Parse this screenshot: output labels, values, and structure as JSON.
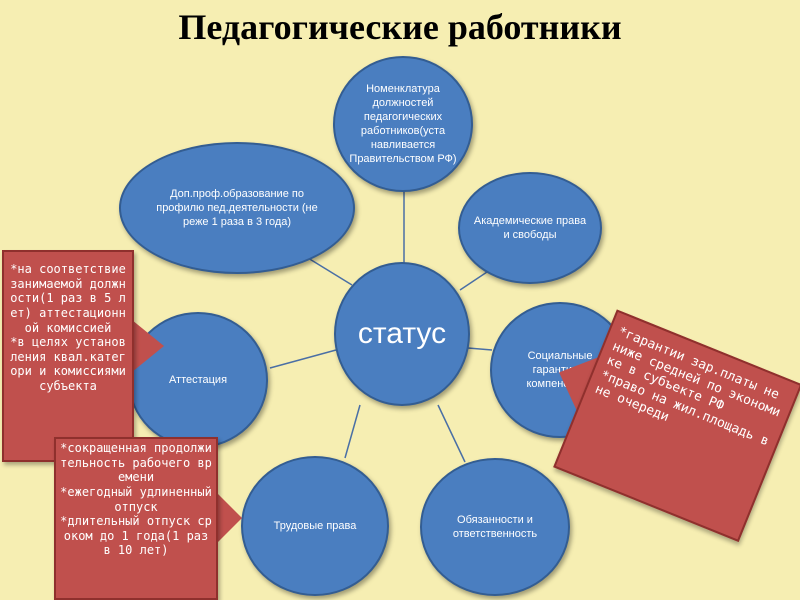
{
  "title": "Педагогические работники",
  "diagram": {
    "center": "статус",
    "nodes": [
      {
        "id": "nomenclature",
        "label": "Номенклатура должностей педагогических работников(уста навливается Правительством РФ)"
      },
      {
        "id": "academic",
        "label": "Академические права и свободы"
      },
      {
        "id": "social",
        "label": "Социальные гарантии и компенсации"
      },
      {
        "id": "duties",
        "label": "Обязанности и ответственность"
      },
      {
        "id": "labor",
        "label": "Трудовые права"
      },
      {
        "id": "attestation",
        "label": "Аттестация"
      },
      {
        "id": "education",
        "label": "Доп.проф.образование по профилю пед.деятельности (не реже 1 раза в 3 года)"
      }
    ]
  },
  "notes": {
    "attestation": "*на соответствие занимаемой должности(1 раз в 5 лет) аттестационной комиссией\n*в целях установления квал.категори и комиссиями субъекта",
    "labor": "*сокращенная продолжительность рабочего времени\n*ежегодный удлиненный отпуск\n*длительный отпуск сроком до 1 года(1 раз в 10 лет)",
    "social": "*гарантии зар.платы не ниже средней по экономике в субъекте РФ\n*право на жил.площадь вне очереди"
  },
  "colors": {
    "background": "#f6eeb2",
    "node_fill": "#4a7ec0",
    "note_fill": "#c0504d"
  }
}
